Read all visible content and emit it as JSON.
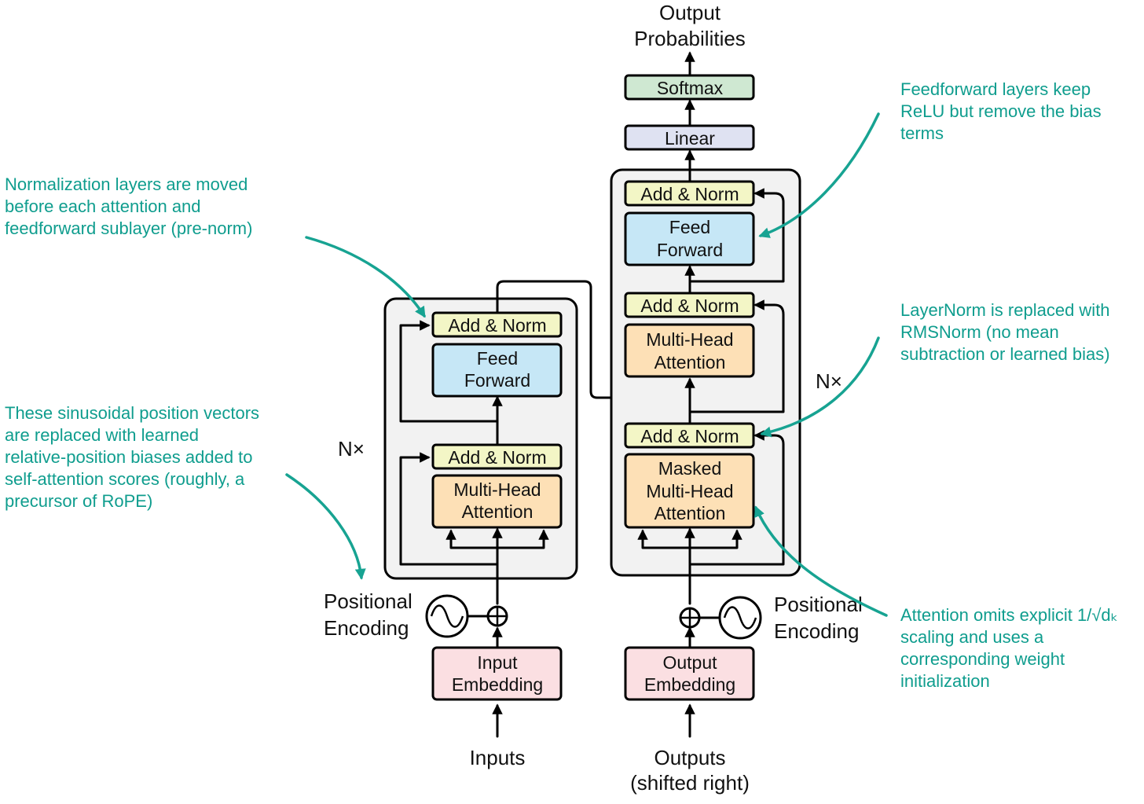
{
  "title": {
    "line1": "Output",
    "line2": "Probabilities"
  },
  "decoder_head": {
    "softmax": "Softmax",
    "linear": "Linear"
  },
  "encoder": {
    "add_norm_top": "Add & Norm",
    "ff_line1": "Feed",
    "ff_line2": "Forward",
    "add_norm_bottom": "Add & Norm",
    "mha_line1": "Multi-Head",
    "mha_line2": "Attention",
    "nx": "N×",
    "pos_line1": "Positional",
    "pos_line2": "Encoding",
    "emb_line1": "Input",
    "emb_line2": "Embedding",
    "input_label": "Inputs"
  },
  "decoder": {
    "add_norm_top": "Add & Norm",
    "ff_line1": "Feed",
    "ff_line2": "Forward",
    "add_norm_mid": "Add & Norm",
    "mha_line1": "Multi-Head",
    "mha_line2": "Attention",
    "add_norm_bottom": "Add & Norm",
    "masked_line1": "Masked",
    "masked_line2": "Multi-Head",
    "masked_line3": "Attention",
    "nx": "N×",
    "pos_line1": "Positional",
    "pos_line2": "Encoding",
    "emb_line1": "Output",
    "emb_line2": "Embedding",
    "output_line1": "Outputs",
    "output_line2": "(shifted right)"
  },
  "annotations": {
    "prenorm": [
      "Normalization layers are moved",
      "before each attention and",
      "feedforward sublayer (pre-norm)"
    ],
    "positional": [
      "These sinusoidal position vectors",
      "are replaced with learned",
      "relative-position biases added to",
      "self-attention scores (roughly, a",
      "precursor of RoPE)"
    ],
    "feedforward": [
      "Feedforward layers keep",
      "ReLU but remove the bias",
      "terms"
    ],
    "rmsnorm": [
      "LayerNorm is replaced with",
      "RMSNorm (no mean",
      "subtraction or learned bias)"
    ],
    "scaling": [
      "Attention omits explicit 1/√dₖ",
      "scaling and uses a",
      "corresponding weight",
      "initialization"
    ]
  },
  "colors": {
    "add_norm": "#f3f6c6",
    "feed_forward": "#c6e7f6",
    "attention": "#fde0b6",
    "embedding": "#fbdfe2",
    "linear": "#dfe2f2",
    "softmax": "#cfe8d2",
    "layer_bg": "#f2f2f2",
    "annotation": "#0f9d8e"
  }
}
